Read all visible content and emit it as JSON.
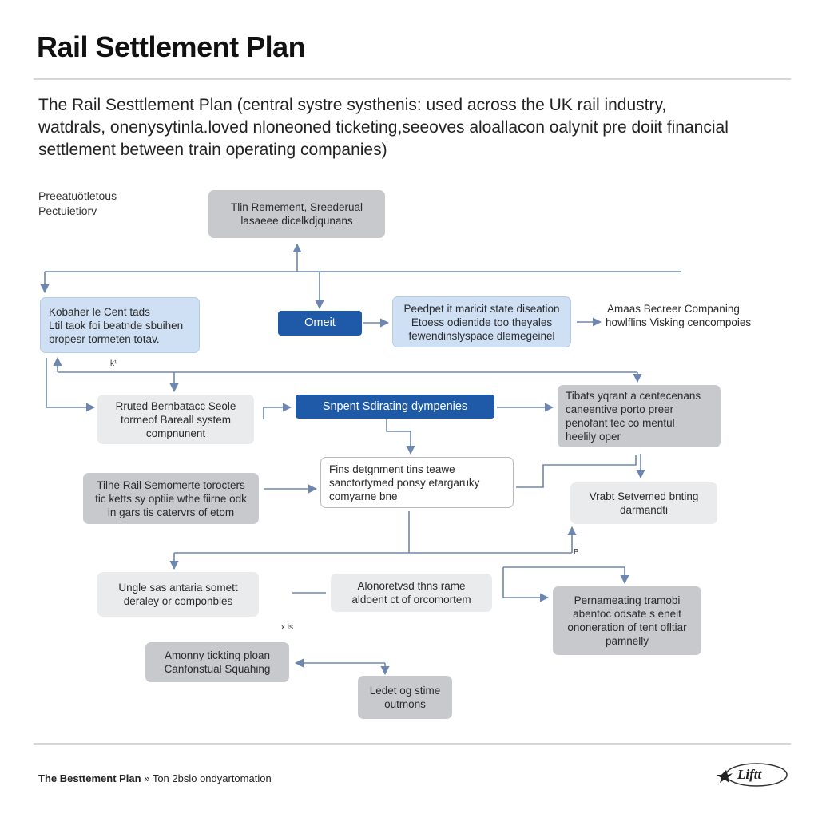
{
  "title": "Rail Settlement Plan",
  "intro": [
    "The Rail Sesttlement Plan (central systre systhenis: used across the UK rail industry,",
    "watdrals, onenysytinla.loved nloneoned ticketing,seeoves aloallacon oalynit pre doiit financial",
    "settlement between train operating companies)"
  ],
  "side_label": [
    "Preeatuötletous",
    "Pectuietiorv"
  ],
  "boxes": {
    "top": [
      "Tlin Remement, Sreederual",
      "lasaeee dicelkdjqunans"
    ],
    "omeit": "Omeit",
    "blue_left": [
      "Kobaher le Cent tads",
      "Ltil taok foi beatnde sbuihen",
      "bropesr tormeten totav."
    ],
    "blue_right": [
      "Peedpet it maricit state diseation",
      "Etoess odientide too theyales",
      "fewendinslyspace dlemegeinel"
    ],
    "far_right": [
      "Amaas Becreer Companing",
      "howlflins Visking cencompoies"
    ],
    "rruted": [
      "Rruted Bernbatacc Seole",
      "tormeof Bareall system",
      "compnunent"
    ],
    "snpent": "Snpent Sdirating dympenies",
    "tibats": [
      "Tibats yqrant a centecenans",
      "caneentive porto preer",
      "penofant tec co mentul",
      "heelily oper"
    ],
    "tilhe": [
      "Tilhe Rail Semomerte torocters",
      "tic ketts sy optiie wthe fiirne odk",
      "in gars tis catervrs of etom"
    ],
    "fins": [
      "Fins detgnment tins teawe",
      "sanctortymed ponsy etargaruky",
      "comyarne    bne"
    ],
    "vrabt": [
      "Vrabt Setvemed bnting",
      "darmandti"
    ],
    "ungle": [
      "Ungle sas antaria somett",
      "deraley or componbles"
    ],
    "alon": [
      "Alonoretvsd thns rame",
      "aldoent ct of orcomortem"
    ],
    "perna": [
      "Pernameating tramobi",
      "abentoc odsate s eneit",
      "ononeration of tent ofltiar",
      "pamnelly"
    ],
    "amonny": [
      "Amonny tickting ploan",
      "Canfonstual Squahing"
    ],
    "ledet": [
      "Ledet og stime",
      "outmons"
    ]
  },
  "marks": {
    "k_mark": "k¹",
    "b_mark": "B",
    "x_mark": "x  is"
  },
  "footer": {
    "bold": "The Besttement Plan",
    "rest": " » Ton 2bslo ondyartomation"
  },
  "logo_text": "Liftt",
  "colors": {
    "accent_blue": "#1f5aa8",
    "light_blue": "#cfe0f5",
    "connector": "#6d87b0",
    "grey_box": "#c8c9cd",
    "light_grey_box": "#eaebed"
  }
}
